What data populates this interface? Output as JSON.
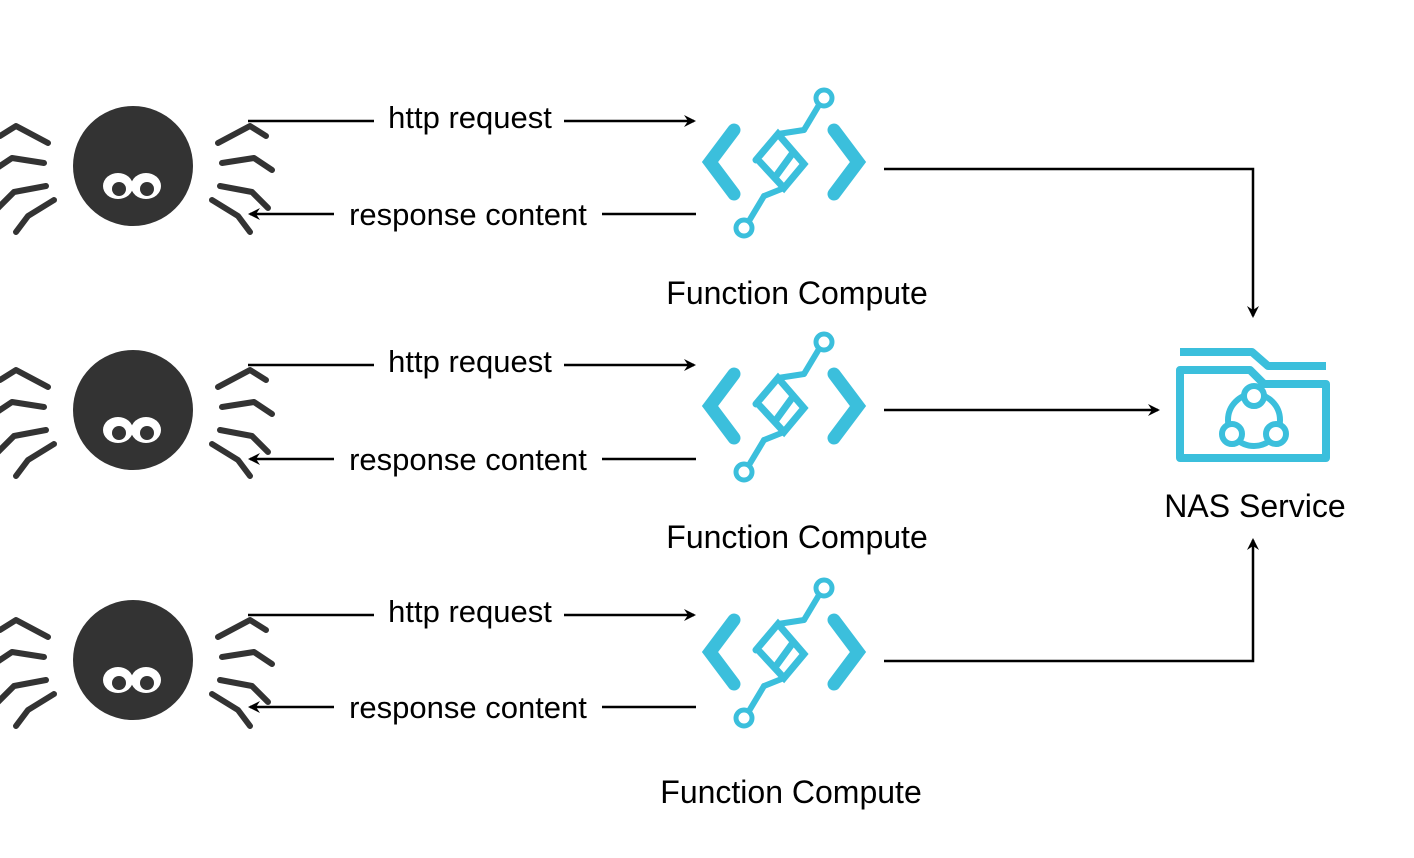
{
  "diagram": {
    "edge_labels": {
      "request": "http request",
      "response": "response content"
    },
    "nodes": {
      "function_label": "Function Compute",
      "nas_label": "NAS Service"
    },
    "icons": {
      "client": "spider-icon",
      "function": "function-compute-icon",
      "storage": "nas-folder-icon"
    },
    "colors": {
      "icon_cyan": "#3bbfdc",
      "spider": "#333333",
      "line": "#000000"
    },
    "rows": [
      {
        "request": "http request",
        "response": "response content",
        "function": "Function Compute"
      },
      {
        "request": "http request",
        "response": "response content",
        "function": "Function Compute"
      },
      {
        "request": "http request",
        "response": "response content",
        "function": "Function Compute"
      }
    ],
    "nas": {
      "label": "NAS Service"
    }
  }
}
